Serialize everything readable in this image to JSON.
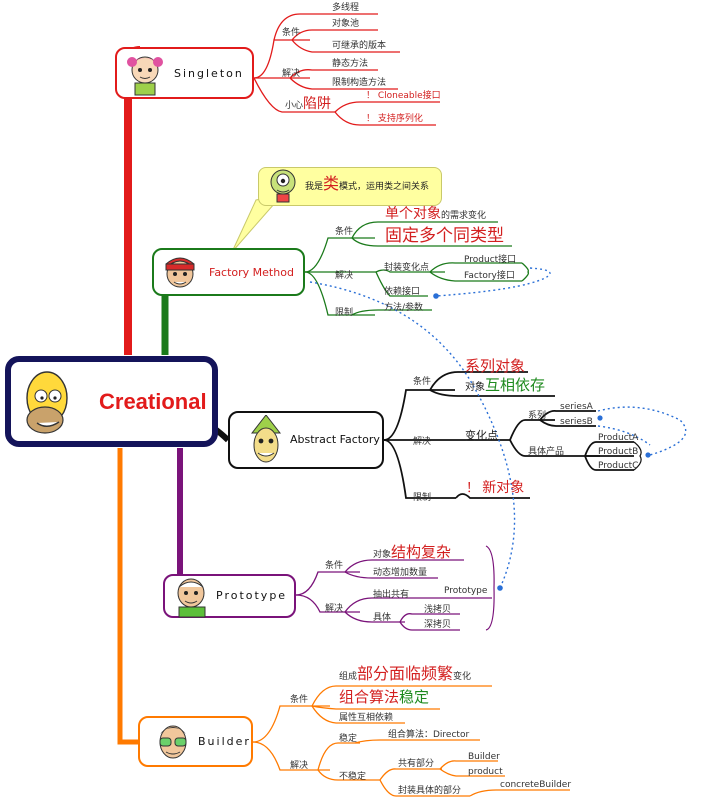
{
  "colors": {
    "singleton": "#e21b1b",
    "factory": "#1b7a1b",
    "abstract": "#111111",
    "prototype": "#7a137a",
    "builder": "#ff7a00",
    "central_border": "#14145a",
    "central_text": "#e21b1b",
    "callout_fill": "#ffffa0",
    "dotted": "#2a6fd6"
  },
  "central": {
    "title": "Creational",
    "icon": "homer-face-icon"
  },
  "singleton": {
    "title": "Singleton",
    "icon": "girl-face-icon",
    "cond": "条件",
    "cond_items": [
      "多线程",
      "对象池",
      "可继承的版本"
    ],
    "solve": "解决",
    "solve_items": [
      "静态方法",
      "限制构造方法"
    ],
    "trap_a": "小心",
    "trap_b": "陷阱",
    "trap_items": [
      "！ Cloneable接口",
      "！ 支持序列化"
    ]
  },
  "factory": {
    "title": "Factory Method",
    "icon": "red-cap-face-icon",
    "callout": {
      "pre": "我是",
      "big": "类",
      "post": "模式，运用类之间关系",
      "icon": "cyclops-face-icon"
    },
    "cond": "条件",
    "cond1_big": "单个对象",
    "cond1_small": "的需求变化",
    "cond2": "固定多个同类型",
    "solve": "解决",
    "encap": "封装变化点",
    "product": "Product接口",
    "factory_if": "Factory接口",
    "depend": "依赖接口",
    "limit": "限制",
    "limit_item": "方法/参数"
  },
  "abstract": {
    "title": "Abstract Factory",
    "icon": "green-hat-face-icon",
    "cond": "条件",
    "cond1": "系列对象",
    "cond2_small": "对象",
    "cond2_big": "互相依存",
    "solve": "解决",
    "change": "变化点",
    "series": "系列",
    "seriesA": "seriesA",
    "seriesB": "seriesB",
    "product": "具体产品",
    "products": [
      "ProductA",
      "ProductB",
      "ProductC"
    ],
    "limit": "限制",
    "limit_mark": "！",
    "limit_item": "新对象"
  },
  "prototype": {
    "title": "Prototype",
    "icon": "old-man-face-icon",
    "cond": "条件",
    "cond1_small": "对象",
    "cond1_big": "结构复杂",
    "cond2": "动态增加数量",
    "solve": "解决",
    "common": "抽出共有",
    "proto": "Prototype",
    "concrete": "具体",
    "shallow": "浅拷贝",
    "deep": "深拷贝"
  },
  "builder": {
    "title": "Builder",
    "icon": "glasses-face-icon",
    "cond": "条件",
    "cond1_pre": "组成",
    "cond1_big": "部分面临频繁",
    "cond1_post": "变化",
    "cond2_a": "组合算法",
    "cond2_b": "稳定",
    "cond3": "属性互相依赖",
    "solve": "解决",
    "stable": "稳定",
    "director": "组合算法：Director",
    "unstable": "不稳定",
    "shared": "共有部分",
    "builder_item": "Builder",
    "product_item": "product",
    "encap": "封装具体的部分",
    "concrete": "concreteBuilder"
  }
}
